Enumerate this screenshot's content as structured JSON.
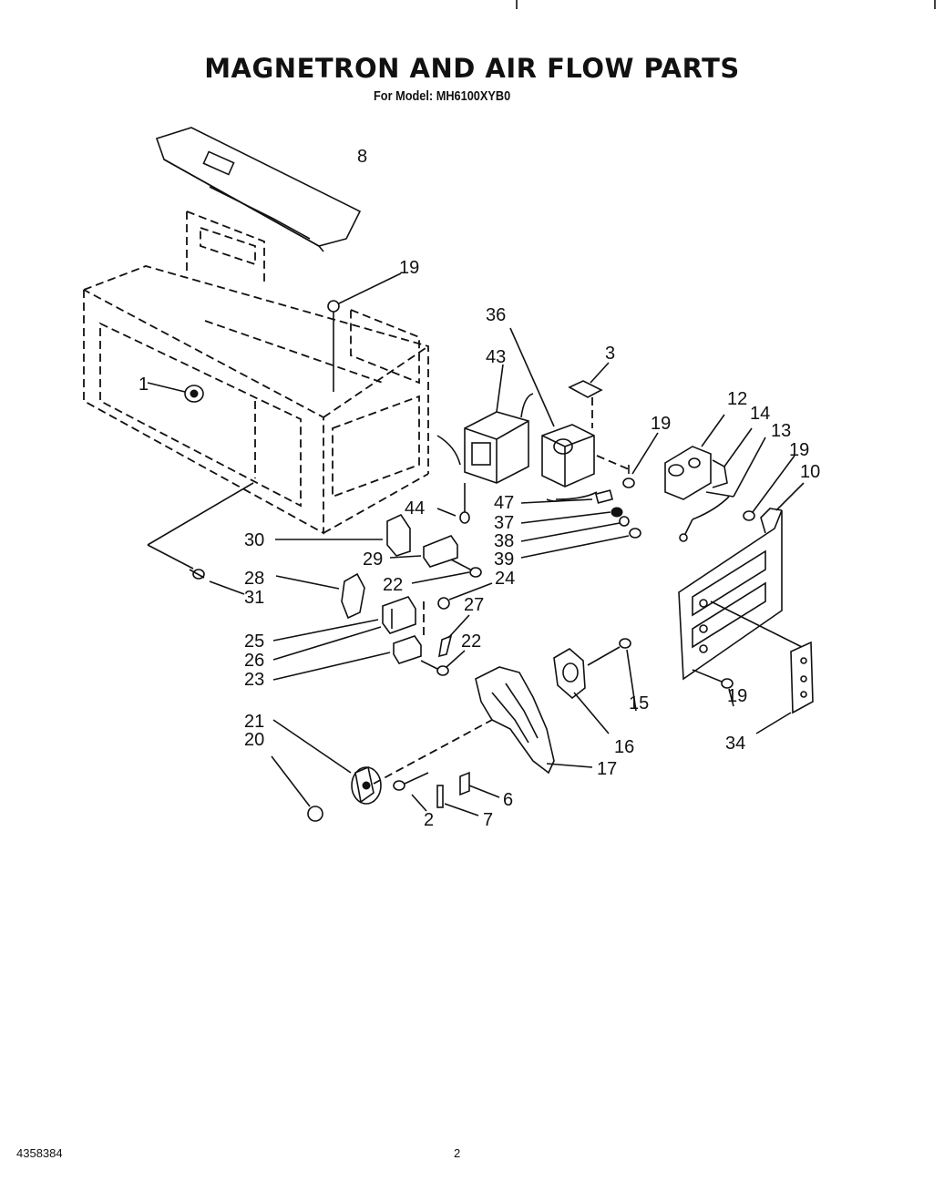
{
  "header": {
    "title": "MAGNETRON AND AIR FLOW PARTS",
    "subtitle": "For Model: MH6100XYB0"
  },
  "footer": {
    "doc_number": "4358384",
    "page_number": "2"
  },
  "callouts": {
    "c1": "1",
    "c2": "2",
    "c3": "3",
    "c6": "6",
    "c7": "7",
    "c8": "8",
    "c10": "10",
    "c12": "12",
    "c13": "13",
    "c14": "14",
    "c15": "15",
    "c16": "16",
    "c17": "17",
    "c19a": "19",
    "c19b": "19",
    "c19c": "19",
    "c19d": "19",
    "c20": "20",
    "c21": "21",
    "c22a": "22",
    "c22b": "22",
    "c23": "23",
    "c24": "24",
    "c25": "25",
    "c26": "26",
    "c27": "27",
    "c28": "28",
    "c29": "29",
    "c30": "30",
    "c31": "31",
    "c34": "34",
    "c36": "36",
    "c37": "37",
    "c38": "38",
    "c39": "39",
    "c43": "43",
    "c44": "44",
    "c47": "47"
  }
}
